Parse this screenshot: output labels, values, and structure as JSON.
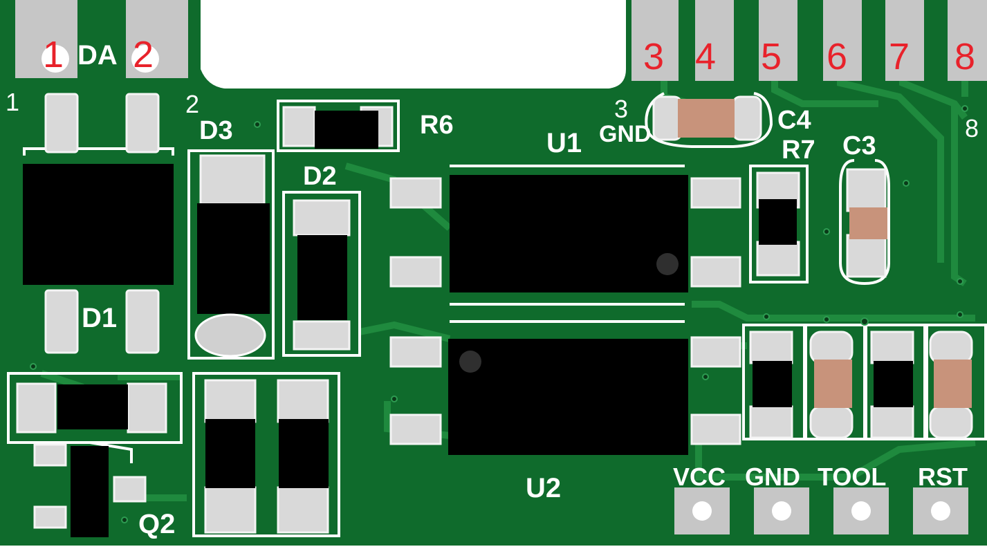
{
  "board": {
    "colors": {
      "solder_mask": "#0f6b2c",
      "trace": "#1f8a3e",
      "silkscreen": "#ffffff",
      "pad": "#d9d9d9",
      "edge_contact": "#c6c6c6",
      "pin_number": "#e8222b",
      "component_body": "#000000",
      "capacitor_body": "#c8937b"
    }
  },
  "edge_pins": [
    {
      "number": "1",
      "label": "1"
    },
    {
      "number": "2",
      "label": "2"
    },
    {
      "number": "3",
      "label": "3"
    },
    {
      "number": "4",
      "label": "4"
    },
    {
      "number": "5",
      "label": "5"
    },
    {
      "number": "6",
      "label": "6"
    },
    {
      "number": "7",
      "label": "7"
    },
    {
      "number": "8",
      "label": "8"
    }
  ],
  "silkscreen": {
    "da": "DA",
    "pin3_gnd": "GND",
    "d1": "D1",
    "d2": "D2",
    "d3": "D3",
    "r6": "R6",
    "r7": "R7",
    "c3": "C3",
    "c4": "C4",
    "u1": "U1",
    "u2": "U2",
    "q2": "Q2"
  },
  "header": {
    "pins": [
      {
        "label": "VCC",
        "shape": "round"
      },
      {
        "label": "GND",
        "shape": "round"
      },
      {
        "label": "TOOL",
        "shape": "round"
      },
      {
        "label": "RST",
        "shape": "square"
      }
    ]
  }
}
